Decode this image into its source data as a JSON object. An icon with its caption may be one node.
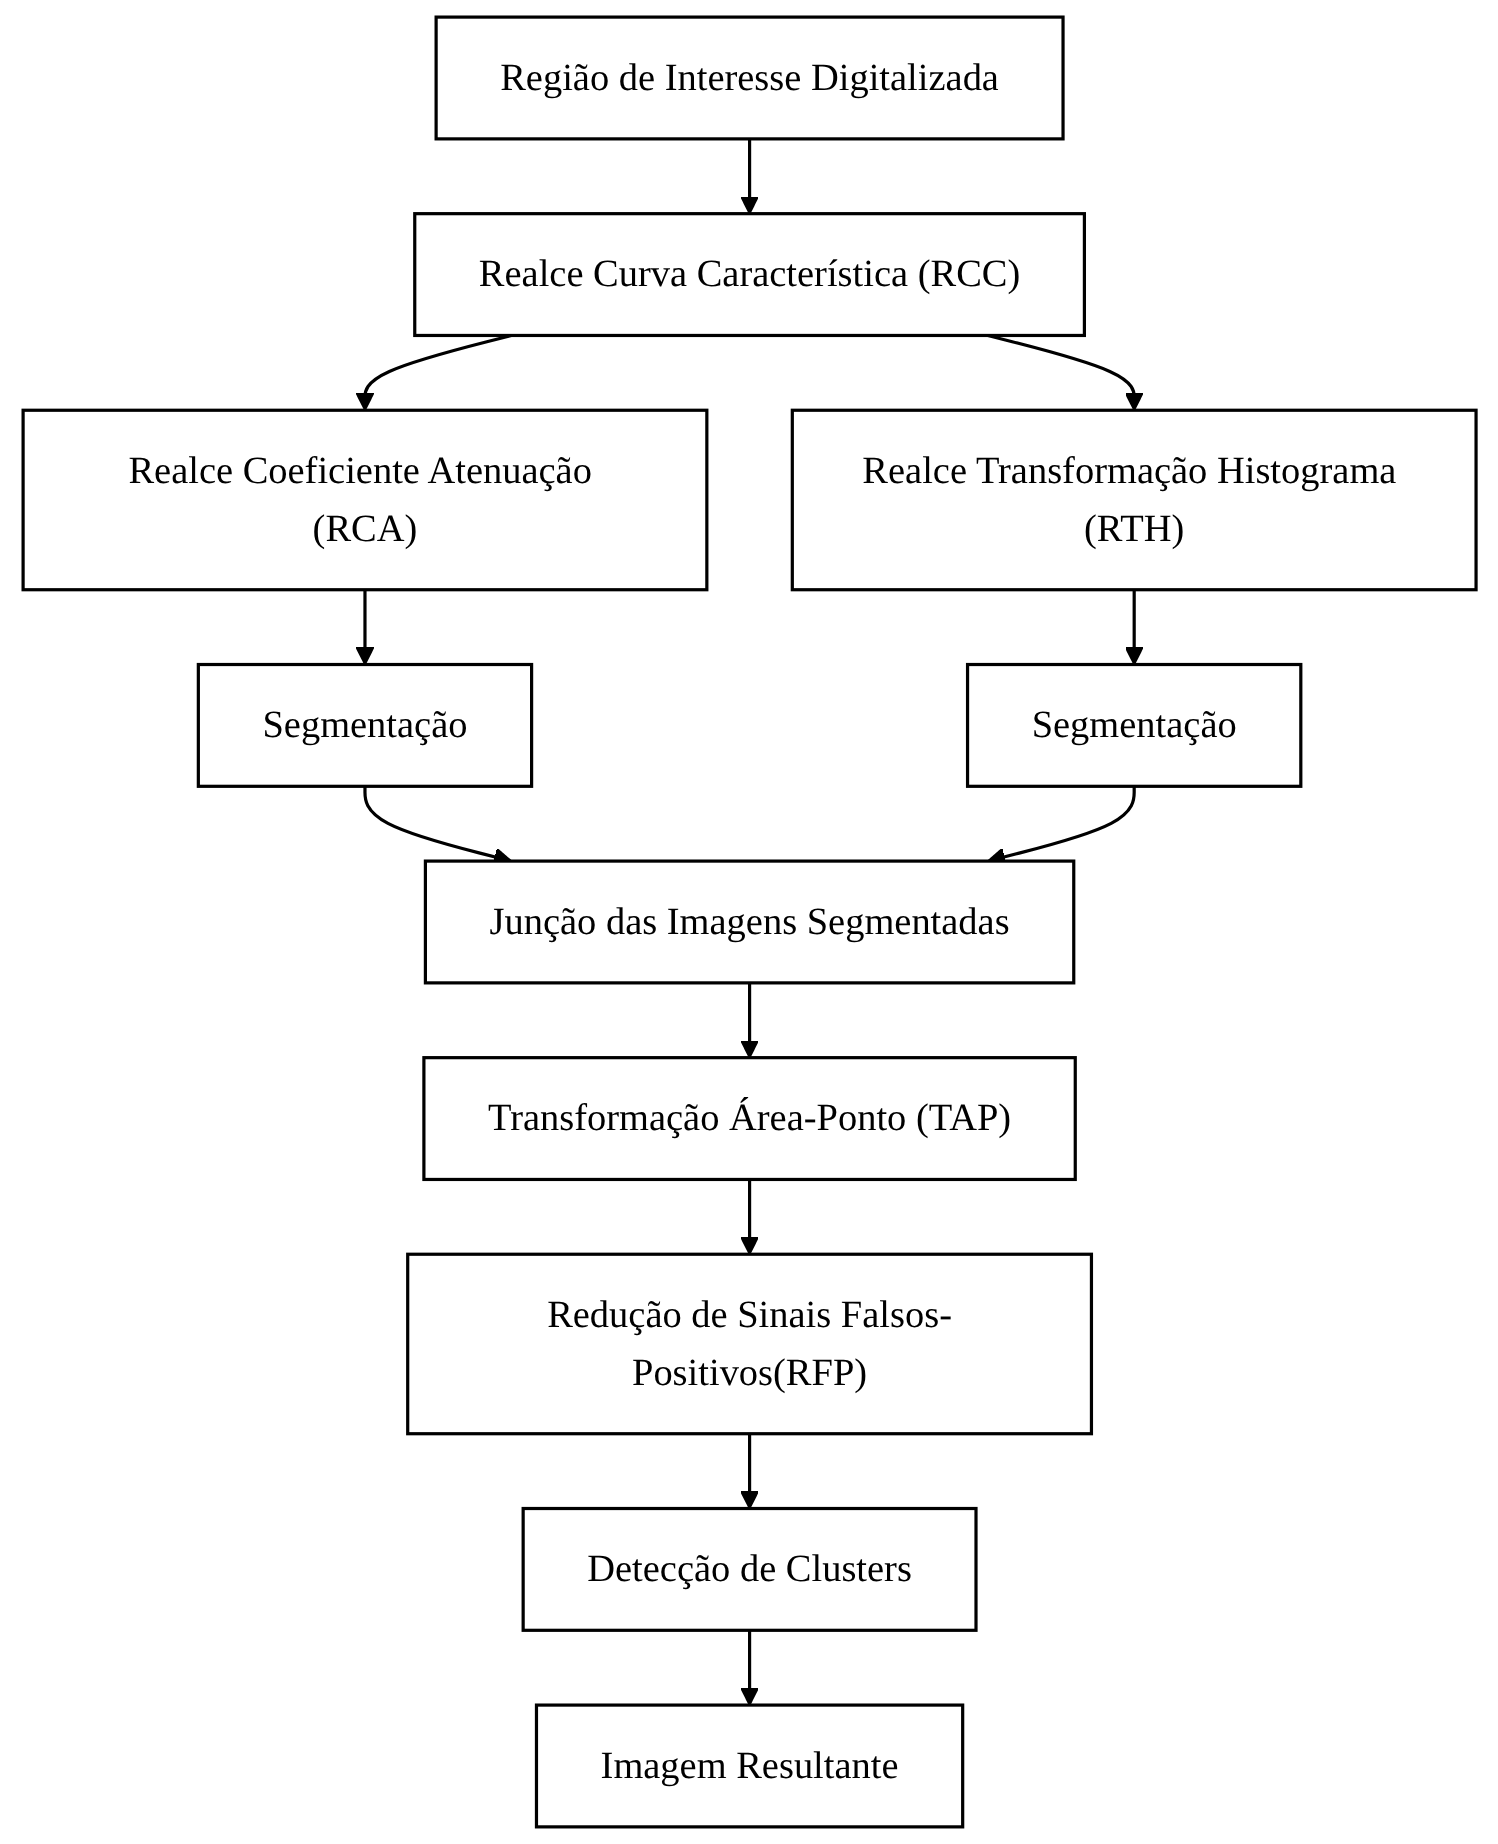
{
  "diagram": {
    "nodes": [
      {
        "text": [
          "Região de Interesse Digitalizada"
        ]
      },
      {
        "text": [
          "Realce Curva Característica (RCC)"
        ]
      },
      {
        "text": [
          "Realce Coeficiente Atenuação (RCA)"
        ]
      },
      {
        "text": [
          "Realce Transformação Histograma (RTH)"
        ]
      },
      {
        "text": [
          "Segmentação"
        ]
      },
      {
        "text": [
          "Segmentação"
        ]
      },
      {
        "text": [
          "Junção das Imagens Segmentadas"
        ]
      },
      {
        "text": [
          "Transformação Área-Ponto (TAP)"
        ]
      },
      {
        "text": [
          "Redução de Sinais Falsos-Positivos(RFP)"
        ]
      },
      {
        "text": [
          "Detecção de Clusters"
        ]
      },
      {
        "text": [
          "Imagem Resultante"
        ]
      }
    ],
    "edges": [
      {
        "from": 0,
        "to": 1,
        "arrow": "to"
      },
      {
        "from": 1,
        "to": 2,
        "arrow": "to"
      },
      {
        "from": 1,
        "to": 3,
        "arrow": "to"
      },
      {
        "from": 2,
        "to": 4,
        "arrow": "to"
      },
      {
        "from": 3,
        "to": 5,
        "arrow": "to"
      },
      {
        "from": 4,
        "to": 6,
        "arrow": "to"
      },
      {
        "from": 5,
        "to": 6,
        "arrow": "to"
      },
      {
        "from": 6,
        "to": 7,
        "arrow": "to"
      },
      {
        "from": 7,
        "to": 8,
        "arrow": "to"
      },
      {
        "from": 8,
        "to": 9,
        "arrow": "to"
      },
      {
        "from": 9,
        "to": 10,
        "arrow": "to"
      }
    ]
  }
}
